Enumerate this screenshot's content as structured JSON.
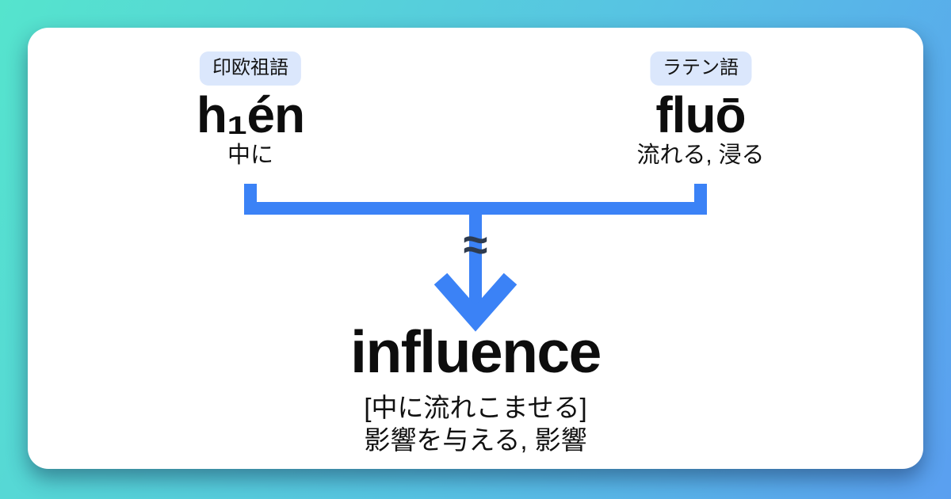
{
  "etymology": {
    "roots": [
      {
        "language_badge": "印欧祖語",
        "word": "h₁én",
        "gloss": "中に"
      },
      {
        "language_badge": "ラテン語",
        "word": "fluō",
        "gloss": "流れる, 浸る"
      }
    ],
    "approx_symbol": "≈",
    "result": {
      "word": "influence",
      "literal_gloss": "[中に流れこませる]",
      "meanings": "影響を与える, 影響"
    }
  },
  "colors": {
    "accent": "#3b82f6",
    "badge_bg": "#dbe7fc",
    "approx_symbol_color": "#2e3b4e",
    "background_gradient_start": "#55e4cd",
    "background_gradient_mid": "#57c3e3",
    "background_gradient_end": "#5a9ff0",
    "card_bg": "#ffffff",
    "text": "#0d0d0d"
  }
}
